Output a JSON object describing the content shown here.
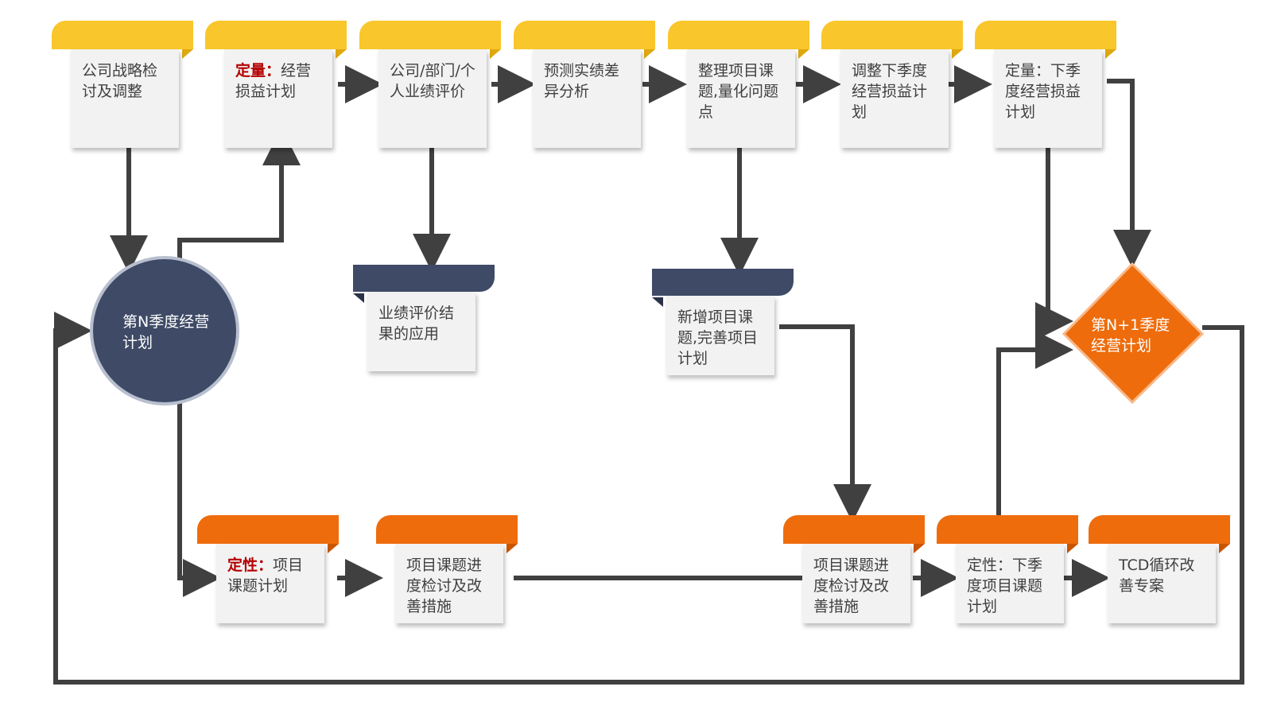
{
  "colors": {
    "yellow": "#f9c62b",
    "orange": "#ee6c0c",
    "navy": "#3e4a66",
    "line": "#404040",
    "highlight": "#b50000"
  },
  "top_row": [
    {
      "text": "公司战略检讨及调整"
    },
    {
      "highlight": "定量：",
      "text": "经营损益计划"
    },
    {
      "text": "公司/部门/个人业绩评价"
    },
    {
      "text": "预测实绩差异分析"
    },
    {
      "text": "整理项目课题,量化问题点"
    },
    {
      "text": "调整下季度经营损益计划"
    },
    {
      "text": "定量：下季度经营损益计划"
    }
  ],
  "middle_row": [
    {
      "text": "业绩评价结果的应用"
    },
    {
      "text": "新增项目课题,完善项目计划"
    }
  ],
  "bottom_row": [
    {
      "highlight": "定性：",
      "text": "项目课题计划"
    },
    {
      "text": "项目课题进度检讨及改善措施"
    },
    {
      "text": "项目课题进度检讨及改善措施"
    },
    {
      "text": "定性：下季度项目课题计划"
    },
    {
      "text": "TCD循环改善专案"
    }
  ],
  "circle_node": {
    "text": "第N季度经营计划"
  },
  "diamond_node": {
    "text": "第N+1季度经营计划"
  }
}
